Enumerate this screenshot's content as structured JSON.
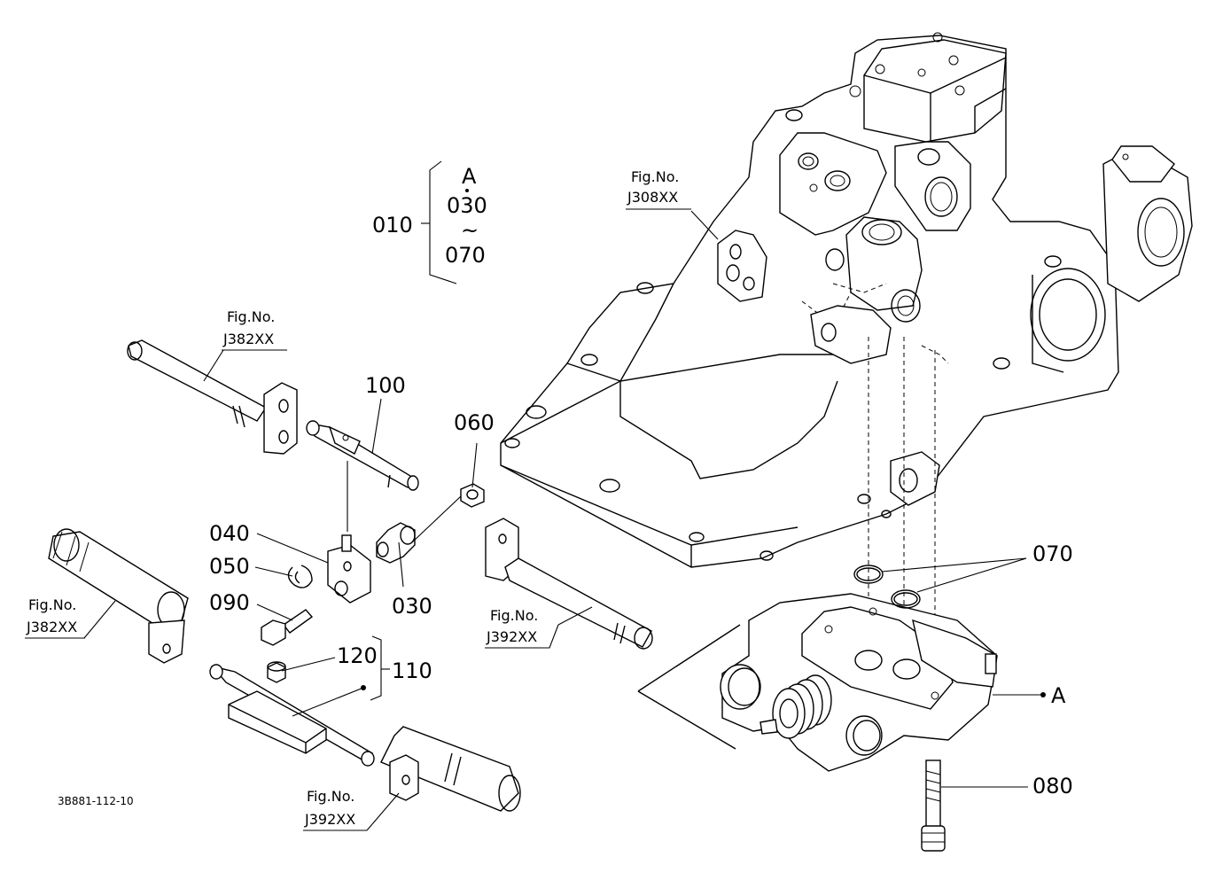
{
  "diagram_code": "3B881-112-10",
  "group": {
    "main": "010",
    "items": [
      "A",
      "030",
      "~",
      "070"
    ]
  },
  "parts": [
    {
      "id": "p100",
      "label": "100"
    },
    {
      "id": "p060",
      "label": "060"
    },
    {
      "id": "p040",
      "label": "040"
    },
    {
      "id": "p050",
      "label": "050"
    },
    {
      "id": "p090",
      "label": "090"
    },
    {
      "id": "p030",
      "label": "030"
    },
    {
      "id": "p120",
      "label": "120"
    },
    {
      "id": "p110",
      "label": "110"
    },
    {
      "id": "p070",
      "label": "070"
    },
    {
      "id": "p080",
      "label": "080"
    },
    {
      "id": "pA",
      "label": "A"
    }
  ],
  "figure_refs": [
    {
      "id": "fig-top-right",
      "title": "Fig.No.",
      "code": "J308XX"
    },
    {
      "id": "fig-upper-left",
      "title": "Fig.No.",
      "code": "J382XX"
    },
    {
      "id": "fig-lower-left",
      "title": "Fig.No.",
      "code": "J382XX"
    },
    {
      "id": "fig-middle",
      "title": "Fig.No.",
      "code": "J392XX"
    },
    {
      "id": "fig-bottom",
      "title": "Fig.No.",
      "code": "J392XX"
    }
  ]
}
